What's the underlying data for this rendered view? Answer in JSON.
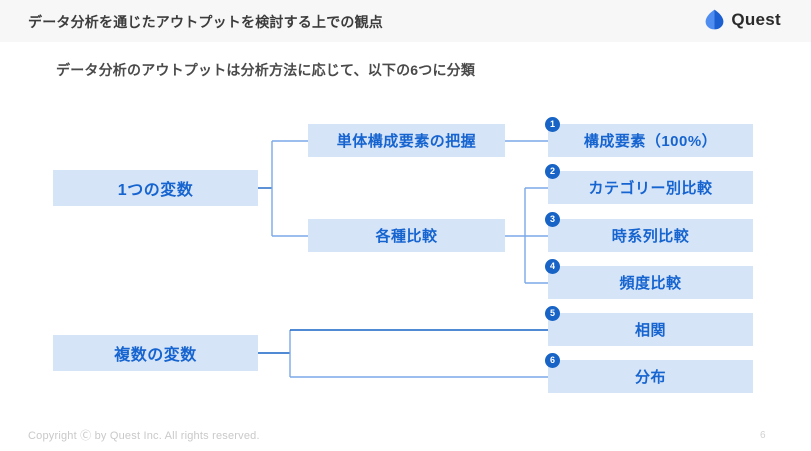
{
  "header": {
    "title": "データ分析を通じたアウトプットを検討する上での観点",
    "brand_name": "Quest",
    "brand_icon": "quest-leaf-logo-icon"
  },
  "subtitle": "データ分析のアウトプットは分析方法に応じて、以下の6つに分類",
  "diagram": {
    "level1": [
      {
        "label": "1つの変数"
      },
      {
        "label": "複数の変数"
      }
    ],
    "level2": [
      {
        "label": "単体構成要素の把握"
      },
      {
        "label": "各種比較"
      }
    ],
    "level3": [
      {
        "number": "1",
        "label": "構成要素（100%）"
      },
      {
        "number": "2",
        "label": "カテゴリー別比較"
      },
      {
        "number": "3",
        "label": "時系列比較"
      },
      {
        "number": "4",
        "label": "頻度比較"
      },
      {
        "number": "5",
        "label": "相関"
      },
      {
        "number": "6",
        "label": "分布"
      }
    ]
  },
  "footer": {
    "copyright": "Copyright Ⓒ by Quest Inc. All rights reserved.",
    "page_number": "6"
  },
  "colors": {
    "box_fill": "#d6e4f8",
    "box_text": "#1664cf",
    "badge_fill": "#1763c6",
    "connector": "#7aa9e8",
    "header_bg": "#f7f7f7"
  }
}
